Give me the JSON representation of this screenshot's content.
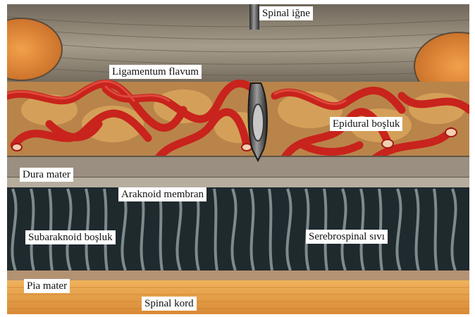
{
  "labels": {
    "spinal_needle": "Spinal iğne",
    "ligamentum_flavum": "Ligamentum flavum",
    "epidural_space": "Epidural boşluk",
    "dura_mater": "Dura mater",
    "arachnoid_membrane": "Araknoid membran",
    "subarachnoid_space": "Subaraknoid boşluk",
    "cerebrospinal_fluid": "Serebrospinal sıvı",
    "pia_mater": "Pia mater",
    "spinal_cord": "Spinal kord"
  },
  "colors": {
    "ligament": "#8f8676",
    "vessel": "#c8231c",
    "fat": "#d49a4e",
    "dura": "#9a8f80",
    "csf_space": "#1f2a2e",
    "trabecula": "#7e8a8c",
    "spinal_cord": "#e39b45",
    "bone": "#e38d3a"
  }
}
